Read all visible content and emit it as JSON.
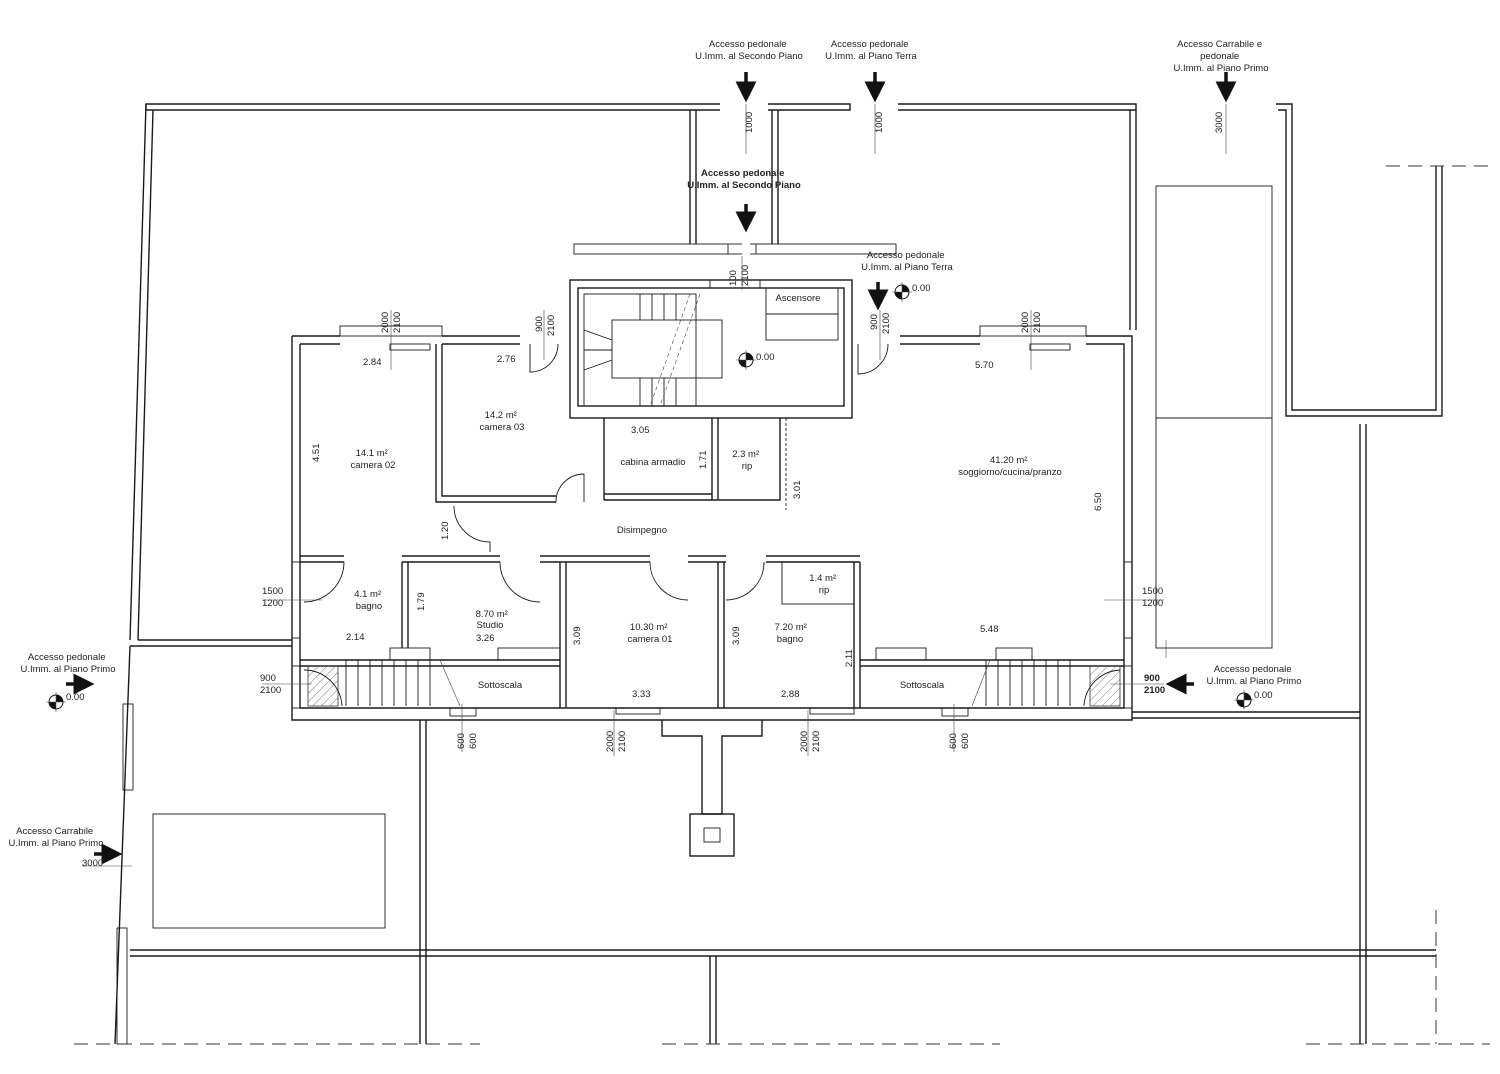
{
  "accesses": {
    "top_1": [
      "Accesso pedonale",
      "U.Imm. al Secondo Piano"
    ],
    "top_2": [
      "Accesso pedonale",
      "U.Imm. al Piano Terra"
    ],
    "top_3": [
      "Accesso Carrabile e",
      "pedonale",
      "U.Imm. al Piano Primo"
    ],
    "center": [
      "Accesso pedonale",
      "U.Imm. al Secondo Piano"
    ],
    "right_upper": [
      "Accesso pedonale",
      "U.Imm. al Piano Terra"
    ],
    "left": [
      "Accesso pedonale",
      "U.Imm. al Piano Primo"
    ],
    "right_lower": [
      "Accesso pedonale",
      "U.Imm. al Piano Primo"
    ],
    "left_car": [
      "Accesso Carrabile",
      "U.Imm. al Piano Primo"
    ]
  },
  "rooms": {
    "camera02": {
      "area": "14.1 m²",
      "name": "camera 02"
    },
    "camera03": {
      "area": "14.2 m²",
      "name": "camera 03"
    },
    "cabina": {
      "name": "cabina armadio"
    },
    "rip1": {
      "area": "2.3 m²",
      "name": "rip"
    },
    "soggiorno": {
      "area": "41.20 m²",
      "name": "soggiorno/cucina/pranzo"
    },
    "disimpegno": {
      "name": "Disimpegno"
    },
    "bagno1": {
      "area": "4.1 m²",
      "name": "bagno"
    },
    "studio": {
      "area": "8.70 m²",
      "name": "Studio"
    },
    "camera01": {
      "area": "10.30 m²",
      "name": "camera 01"
    },
    "bagno2": {
      "area": "7.20 m²",
      "name": "bagno"
    },
    "rip2": {
      "area": "1.4 m²",
      "name": "rip"
    },
    "ascensore": {
      "name": "Ascensore"
    },
    "sottoscala_l": {
      "name": "Sottoscala"
    },
    "sottoscala_r": {
      "name": "Sottoscala"
    }
  },
  "levels": {
    "l1": "0.00",
    "l2": "0.00",
    "l3": "0.00",
    "l4": "0.00"
  },
  "dims": {
    "d1000a": "1000",
    "d1000b": "1000",
    "d3000a": "3000",
    "d3000b": "3000",
    "d100": "100",
    "d2100c": "2100",
    "d900l": "900",
    "d2100l": "2100",
    "d900r": "900",
    "d2100r": "2100",
    "d2000a": "2000",
    "d2100a": "2100",
    "d2000b": "2000",
    "d2100b": "2100",
    "d284": "2.84",
    "d276": "2.76",
    "d570": "5.70",
    "d451": "4.51",
    "d305": "3.05",
    "d171": "1.71",
    "d301": "3.01",
    "d650": "6.50",
    "d120": "1.20",
    "d179": "1.79",
    "d309a": "3.09",
    "d309b": "3.09",
    "d326": "3.26",
    "d214": "2.14",
    "d211": "2.11",
    "d548": "5.48",
    "d1500l": "1500",
    "d1200l": "1200",
    "d1500r": "1500",
    "d1200r": "1200",
    "d333": "3.33",
    "d288": "2.88",
    "dw900l": "900",
    "dw2100l": "2100",
    "dw900r": "900",
    "dw2100r": "2100",
    "d600a": "600",
    "d600b": "600",
    "d600c": "600",
    "d600d": "600",
    "d2000c": "2000",
    "d2100e": "2100",
    "d2000d": "2000",
    "d2100f": "2100"
  }
}
